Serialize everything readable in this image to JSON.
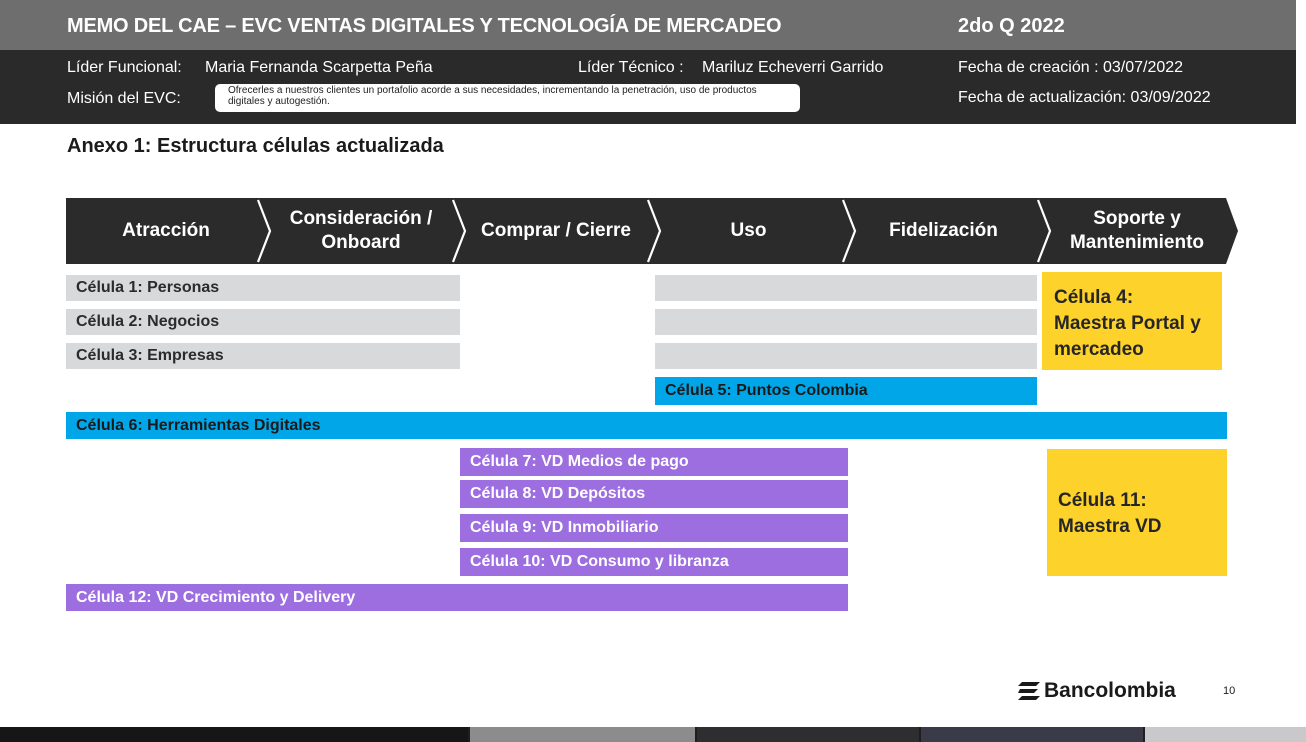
{
  "header": {
    "title": "MEMO DEL CAE – EVC VENTAS DIGITALES Y TECNOLOGÍA DE MERCADEO",
    "quarter": "2do Q 2022",
    "functional_lead_label": "Líder Funcional:",
    "functional_lead": "Maria Fernanda Scarpetta Peña",
    "technical_lead_label": "Líder Técnico :",
    "technical_lead": "Mariluz Echeverri Garrido",
    "creation_date": "Fecha de creación : 03/07/2022",
    "mission_label": "Misión del EVC:",
    "mission_text": "Ofrecerles a nuestros clientes un portafolio acorde a sus necesidades, incrementando la penetración, uso de productos digitales y autogestión.",
    "update_date": "Fecha de actualización: 03/09/2022"
  },
  "annex_title": "Anexo 1: Estructura células actualizada",
  "phases": [
    "Atracción",
    "Consideración /\nOnboard",
    "Comprar / Cierre",
    "Uso",
    "Fidelización",
    "Soporte y\nMantenimiento"
  ],
  "cells": {
    "c1": "Célula 1: Personas",
    "c2": "Célula 2: Negocios",
    "c3": "Célula 3: Empresas",
    "c4": "Célula 4:\nMaestra Portal y\nmercadeo",
    "c5": "Célula 5: Puntos Colombia",
    "c6": "Célula 6: Herramientas Digitales",
    "c7": "Célula 7: VD Medios de pago",
    "c8": "Célula 8: VD Depósitos",
    "c9": "Célula 9: VD Inmobiliario",
    "c10": "Célula 10: VD Consumo y libranza",
    "c11": "Célula 11:\nMaestra VD",
    "c12": "Célula 12: VD Crecimiento y Delivery"
  },
  "footer": {
    "brand": "Bancolombia",
    "page": "10"
  },
  "colors": {
    "title_bar": "#6e6e6e",
    "info_bar": "#2a2a2a",
    "phase_band": "#2b2b2b",
    "cell_gray": "#d8d9db",
    "cell_blue": "#00a6e8",
    "cell_purple": "#9d6ee0",
    "cell_yellow": "#fdd22b"
  },
  "icons": {
    "brand_logo": "bancolombia-logo-icon"
  }
}
